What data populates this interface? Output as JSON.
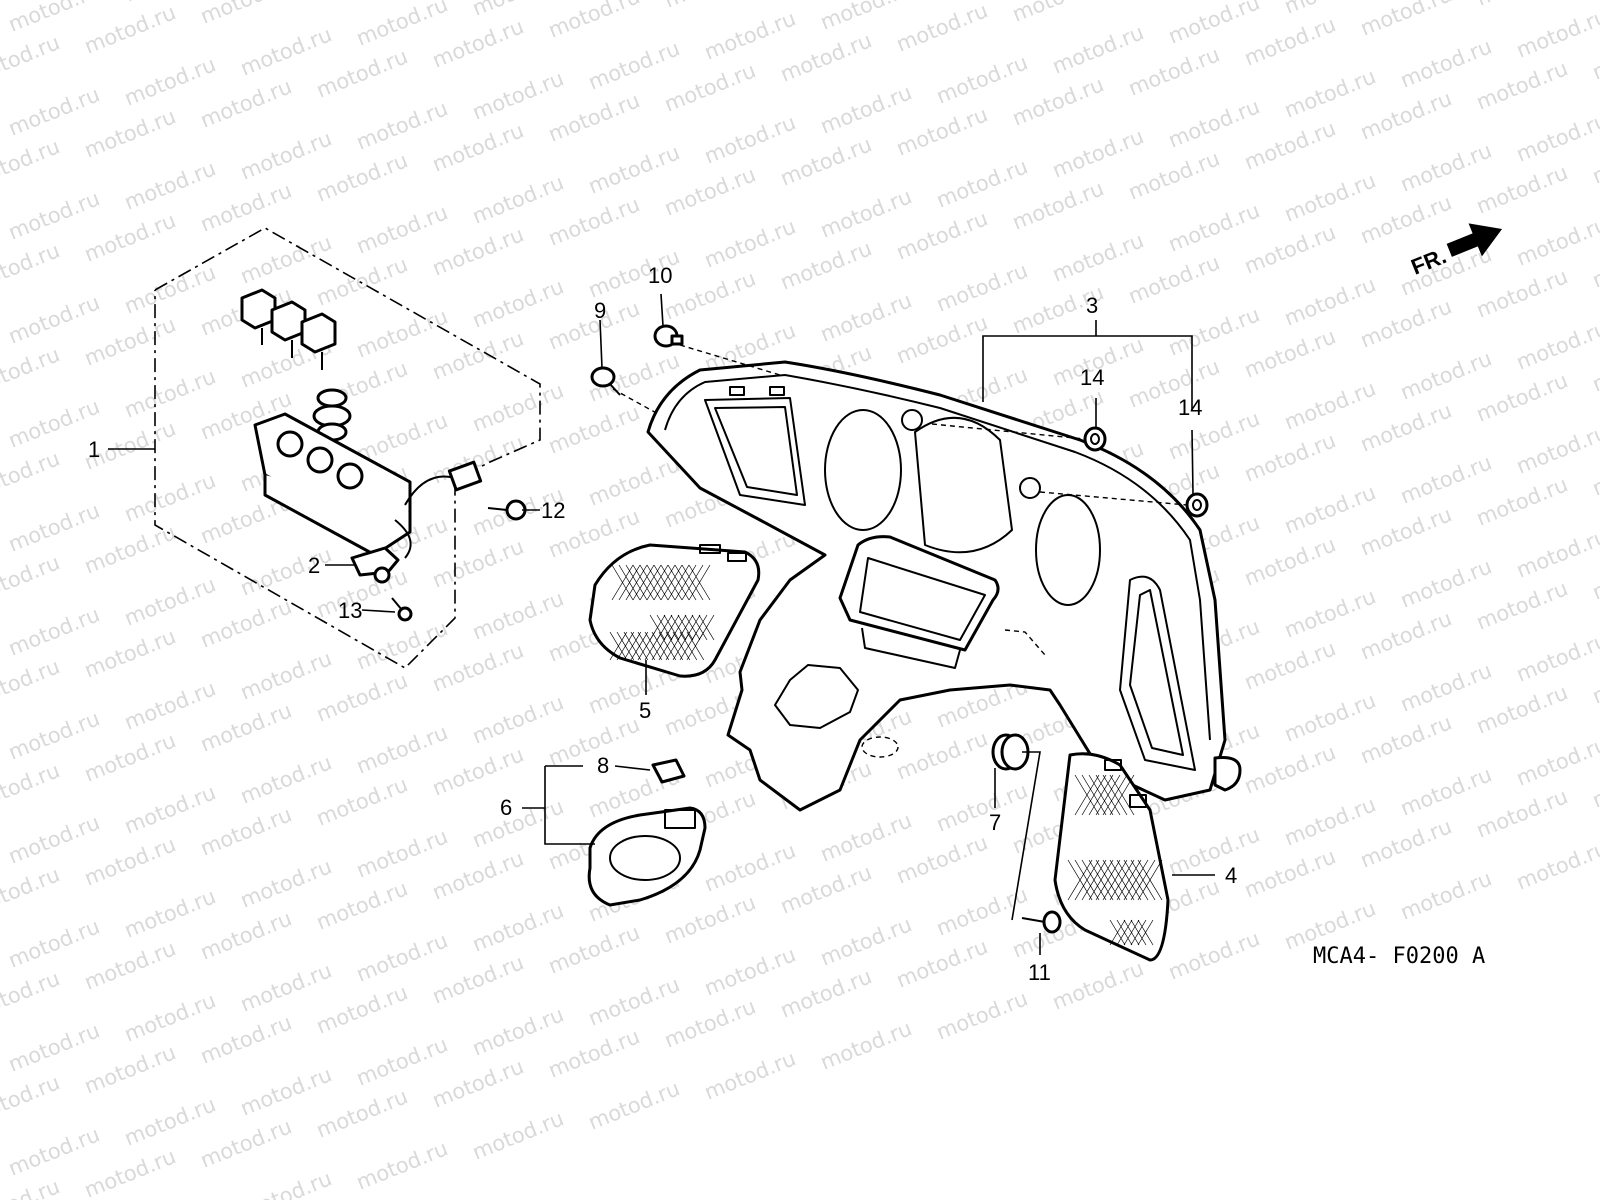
{
  "watermark": {
    "text": "motod.ru"
  },
  "direction_label": "FR.",
  "drawing_code": "MCA4- F0200 A",
  "callouts": [
    {
      "num": "1"
    },
    {
      "num": "2"
    },
    {
      "num": "3"
    },
    {
      "num": "4"
    },
    {
      "num": "5"
    },
    {
      "num": "6"
    },
    {
      "num": "7"
    },
    {
      "num": "8"
    },
    {
      "num": "9"
    },
    {
      "num": "10"
    },
    {
      "num": "11"
    },
    {
      "num": "12"
    },
    {
      "num": "13"
    },
    {
      "num": "14"
    },
    {
      "num": "14"
    }
  ]
}
